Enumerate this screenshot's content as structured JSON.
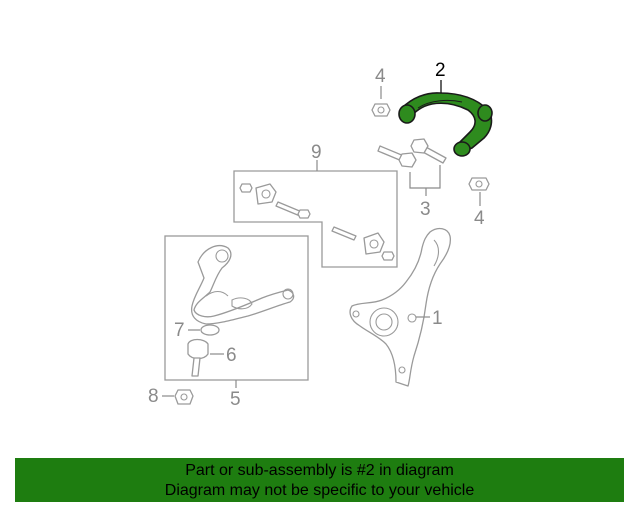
{
  "diagram": {
    "callouts": {
      "c1": "1",
      "c2": "2",
      "c3": "3",
      "c4a": "4",
      "c4b": "4",
      "c5": "5",
      "c6": "6",
      "c7": "7",
      "c8": "8",
      "c9": "9"
    },
    "highlight_color": "#2e8b1e",
    "banner_color": "#1e7d10"
  },
  "banner": {
    "line1": "Part or sub-assembly is #2 in diagram",
    "line2": "Diagram may not be specific to your vehicle"
  }
}
